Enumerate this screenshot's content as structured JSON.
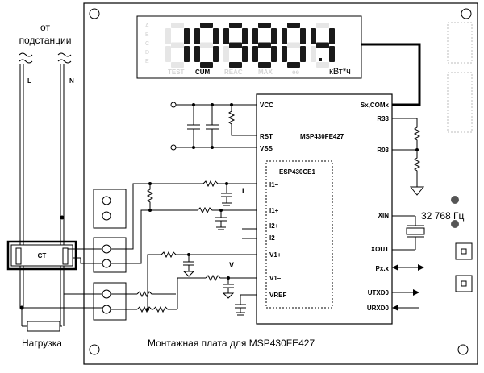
{
  "source": {
    "line1": "от",
    "line2": "подстанции",
    "phase_label": "L",
    "neutral_label": "N"
  },
  "load_label": "Нагрузка",
  "ct_label": "CT",
  "display": {
    "digits": "109804",
    "unit": "кВт*ч",
    "modes": [
      "TEST",
      "CUM",
      "REAC",
      "MAX",
      "ee"
    ],
    "active_mode": "CUM",
    "side_letters": [
      "A",
      "B",
      "C",
      "D",
      "E"
    ]
  },
  "mcu": {
    "name": "MSP430FE427",
    "pins_left": {
      "vcc": "VCC",
      "rst": "RST",
      "vss": "VSS",
      "v1p": "V1+",
      "v1m": "V1–",
      "vref": "VREF"
    },
    "pins_right": {
      "sxcom": "Sx,COMx",
      "r33": "R33",
      "r03": "R03",
      "xin": "XIN",
      "xout": "XOUT",
      "pxx": "Px.x",
      "utxd0": "UTXD0",
      "urxd0": "URXD0"
    }
  },
  "esp": {
    "name": "ESP430CE1",
    "pins": {
      "i1m": "I1–",
      "i1p": "I1+",
      "i2p": "I2+",
      "i2m": "I2–"
    }
  },
  "current_label": "I",
  "voltage_label": "V",
  "crystal_label": "32 768 Гц",
  "board_title": "Монтажная плата для MSP430FE427"
}
